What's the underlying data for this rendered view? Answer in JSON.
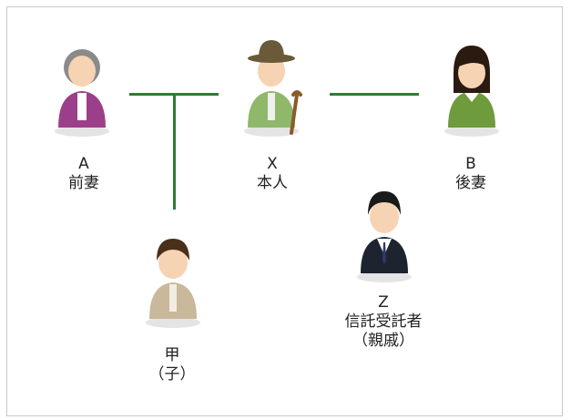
{
  "people": {
    "a": {
      "letter": "A",
      "role": "前妻",
      "shirt": "#9c3f8a",
      "hair": "#8a8a8a"
    },
    "x": {
      "letter": "X",
      "role": "本人",
      "shirt": "#8fb86a",
      "hat": "#6b5a3a"
    },
    "b": {
      "letter": "B",
      "role": "後妻",
      "shirt": "#6e9b3c",
      "hair": "#2a1a10"
    },
    "child": {
      "letter": "甲",
      "role": "（子）",
      "shirt": "#c9b89a",
      "hair": "#4a2f1a"
    },
    "z": {
      "letter": "Z",
      "role": "信託受託者",
      "note": "（親戚）",
      "shirt": "#1d2430",
      "hair": "#1a1a1a"
    }
  },
  "colors": {
    "line": "#2e7d32",
    "skin": "#f6d3b3"
  }
}
